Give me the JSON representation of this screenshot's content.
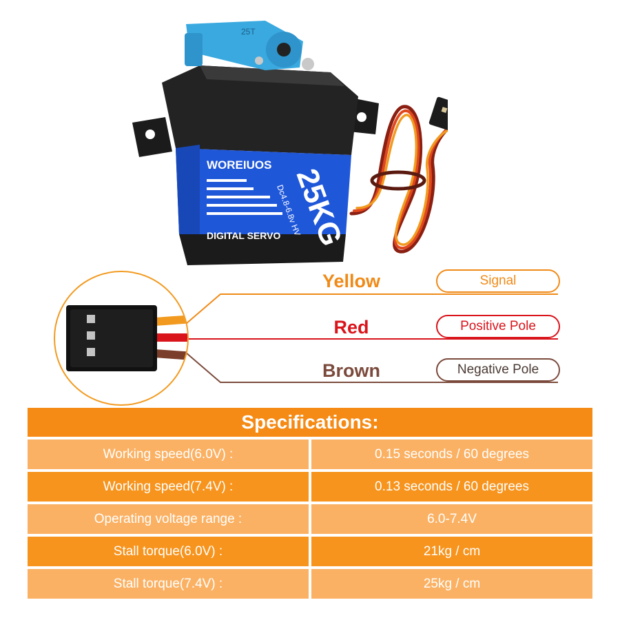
{
  "product": {
    "brand": "WOREIUOS",
    "torque_badge": "25KG",
    "voltage_badge": "Dc4.8-6.8v HV",
    "type_text": "DIGITAL SERVO",
    "horn_text": "25T"
  },
  "wiring": [
    {
      "color_name": "Yellow",
      "function": "Signal",
      "color": "#f08a17"
    },
    {
      "color_name": "Red",
      "function": "Positive Pole",
      "color": "#d9141b"
    },
    {
      "color_name": "Brown",
      "function": "Negative Pole",
      "color": "#7b4a3c"
    }
  ],
  "specifications": {
    "title": "Specifications:",
    "rows": [
      {
        "label": "Working speed(6.0V) :",
        "value": "0.15 seconds / 60 degrees"
      },
      {
        "label": "Working speed(7.4V) :",
        "value": "0.13 seconds / 60 degrees"
      },
      {
        "label": "Operating voltage range :",
        "value": "6.0-7.4V"
      },
      {
        "label": "Stall torque(6.0V) :",
        "value": "21kg / cm"
      },
      {
        "label": "Stall torque(7.4V) :",
        "value": "25kg / cm"
      }
    ]
  },
  "colors": {
    "accent_orange": "#f58a14",
    "row_light": "#fbb163",
    "row_dark": "#f7941d",
    "servo_blue": "#1f57d9",
    "horn_blue": "#39a9e0"
  }
}
